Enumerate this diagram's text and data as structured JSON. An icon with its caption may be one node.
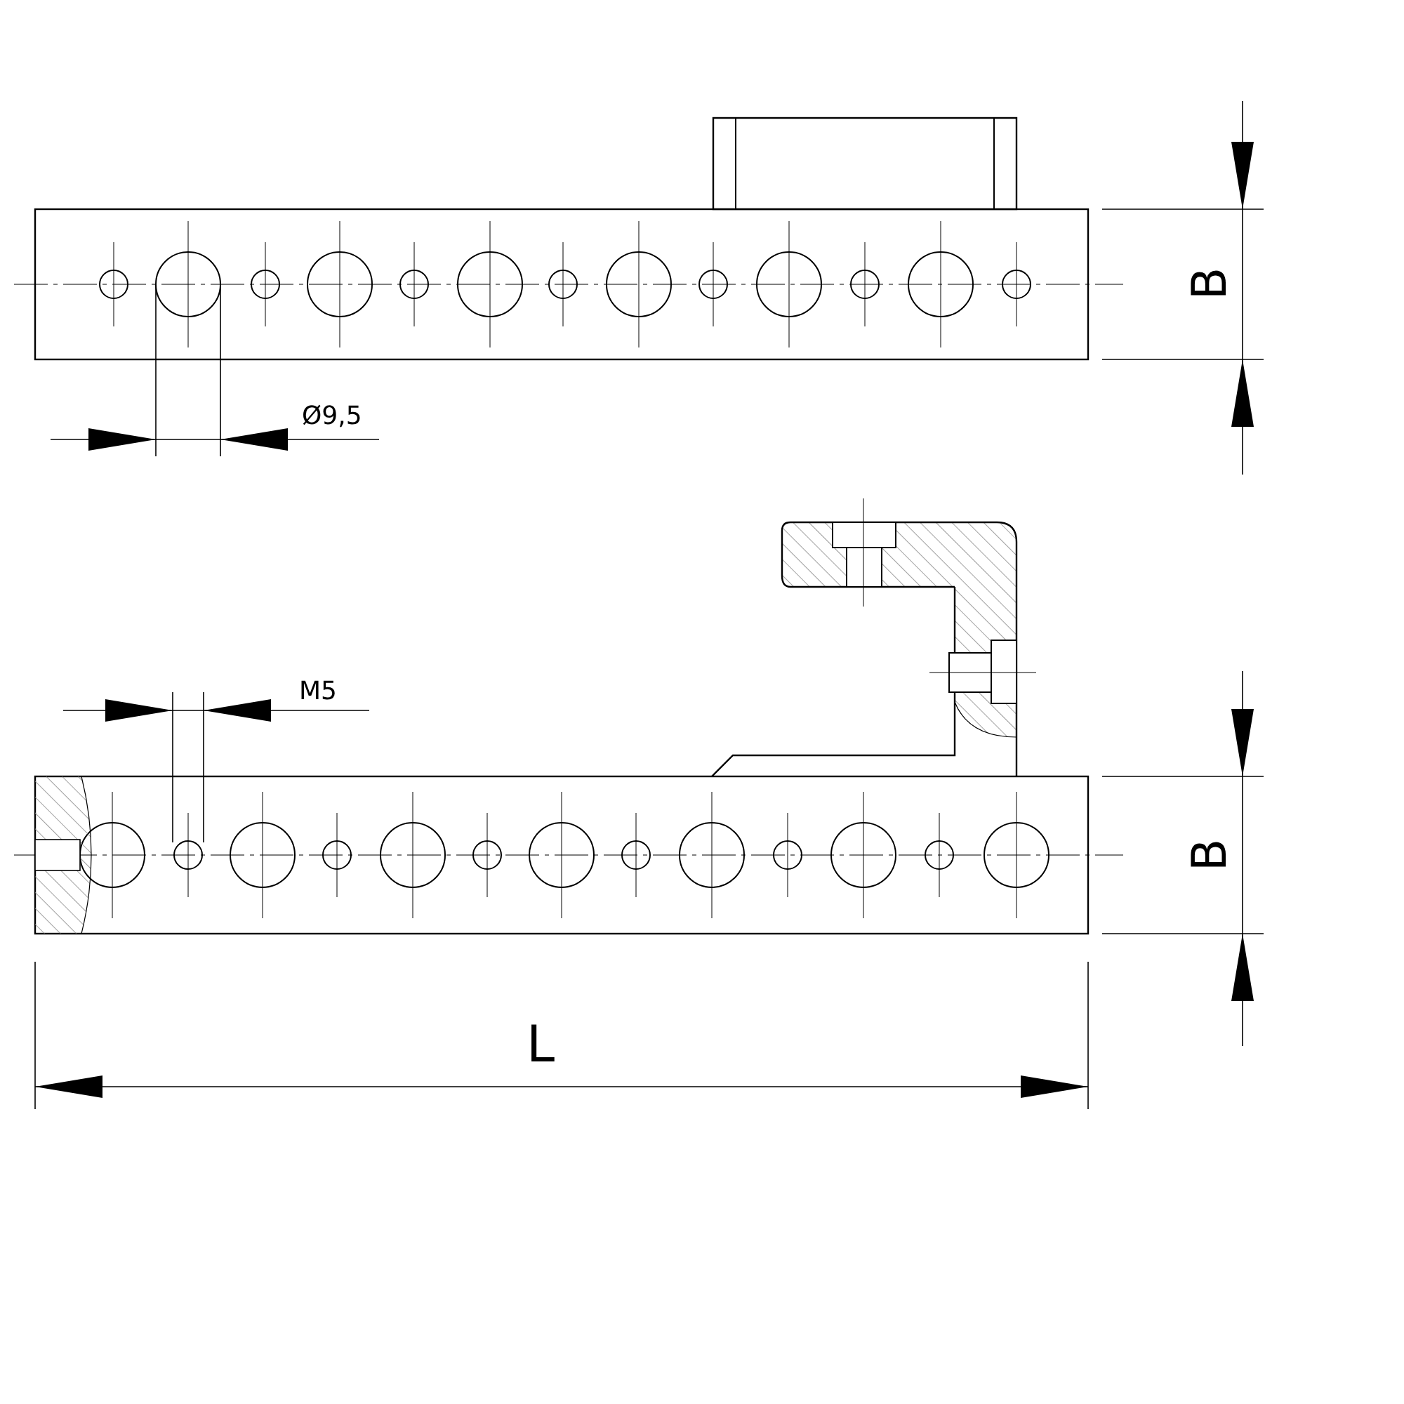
{
  "diagram": {
    "labels": [
      "B",
      "Ø9,5",
      "M5",
      "B",
      "L"
    ]
  }
}
